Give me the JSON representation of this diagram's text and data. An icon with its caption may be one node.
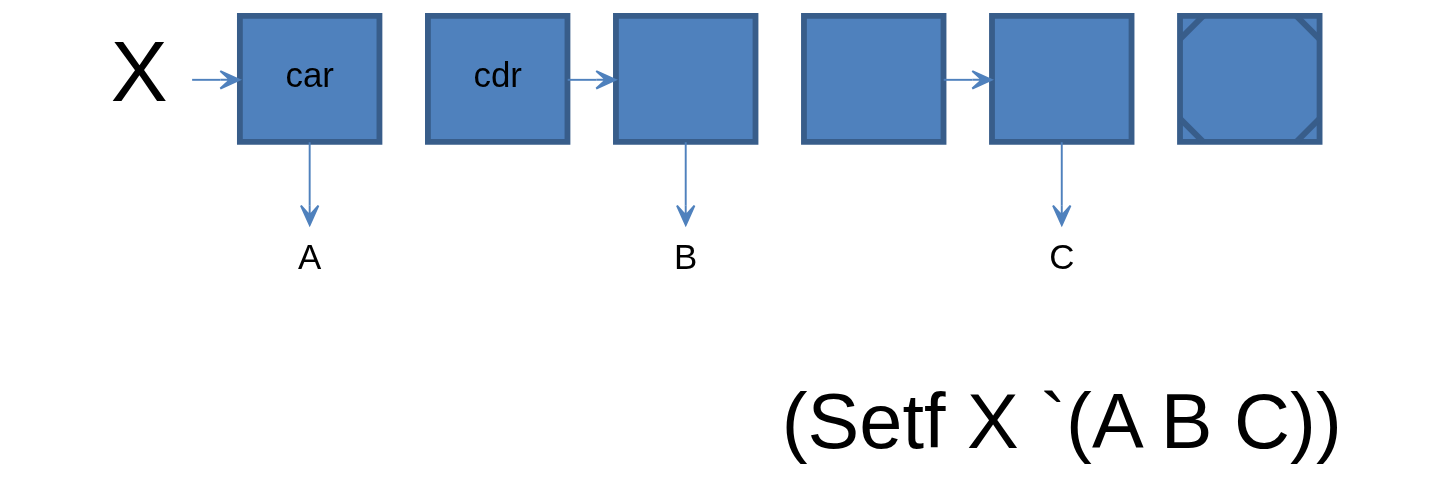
{
  "diagram": {
    "nodes": [
      {
        "text": [
          "X"
        ]
      },
      {
        "text": [
          "car"
        ]
      },
      {
        "text": [
          "cdr"
        ]
      },
      {
        "text": [],
        "shape": "box"
      },
      {
        "text": [],
        "shape": "box"
      },
      {
        "text": [],
        "shape": "box"
      },
      {
        "text": [],
        "shape": "box"
      },
      {
        "text": [
          "A"
        ]
      },
      {
        "text": [
          "B"
        ]
      },
      {
        "text": [
          "C"
        ]
      }
    ],
    "edges": [
      {
        "from": 0,
        "to": 1,
        "arrow": "to"
      },
      {
        "from": 2,
        "to": 3,
        "arrow": "to"
      },
      {
        "from": 4,
        "to": 5,
        "arrow": "to"
      },
      {
        "from": 1,
        "to": 7,
        "arrow": "to"
      },
      {
        "from": 3,
        "to": 8,
        "arrow": "to"
      },
      {
        "from": 5,
        "to": 9,
        "arrow": "to"
      }
    ],
    "labels": [
      "(Setf X `(A B C))"
    ]
  }
}
